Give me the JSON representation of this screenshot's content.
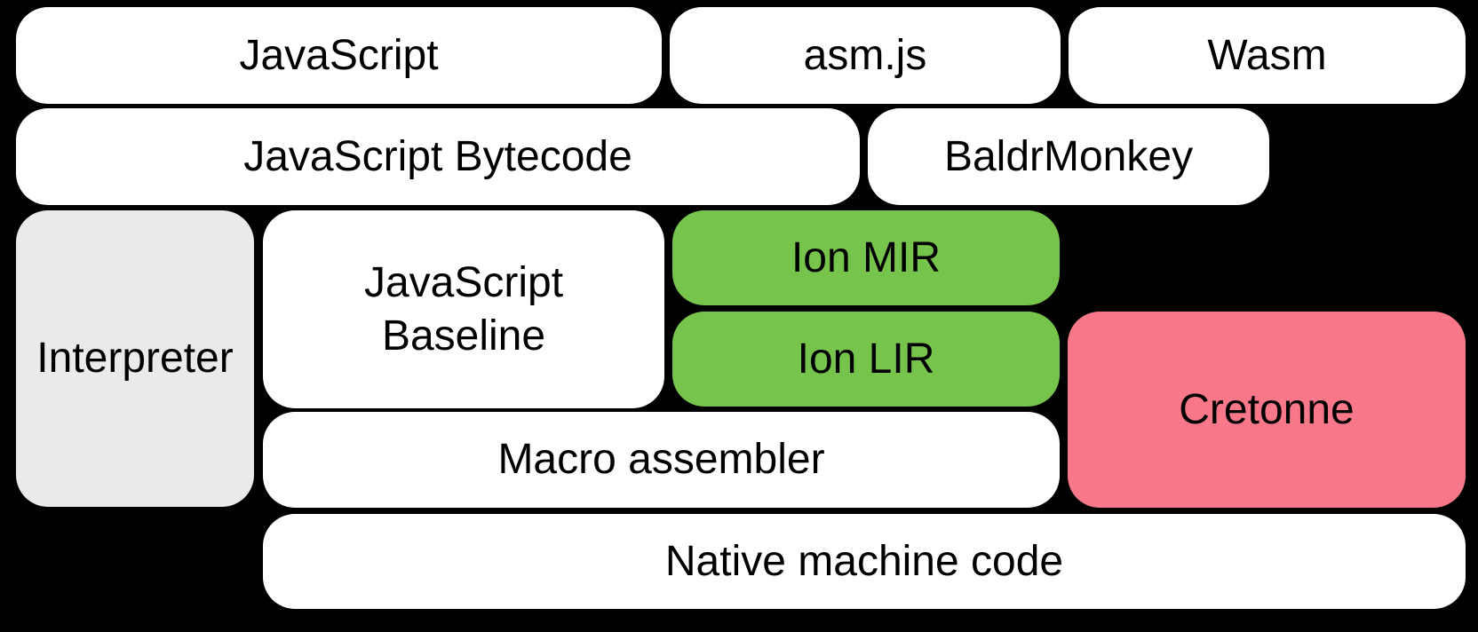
{
  "diagram": {
    "title": "SpiderMonkey compilation pipeline diagram",
    "background_color": "#000000",
    "text_color": "#000000",
    "colors": {
      "white": "#FFFFFF",
      "gray": "#EAEAEA",
      "green": "#77C44D",
      "pink": "#F87889"
    },
    "boxes": [
      {
        "id": "javascript",
        "label": "JavaScript",
        "color": "white",
        "row": 1
      },
      {
        "id": "asmjs",
        "label": "asm.js",
        "color": "white",
        "row": 1
      },
      {
        "id": "wasm",
        "label": "Wasm",
        "color": "white",
        "row": 1
      },
      {
        "id": "javascript-bytecode",
        "label": "JavaScript Bytecode",
        "color": "white",
        "row": 2
      },
      {
        "id": "baldrmonkey",
        "label": "BaldrMonkey",
        "color": "white",
        "row": 2
      },
      {
        "id": "interpreter",
        "label": "Interpreter",
        "color": "gray",
        "row": 3
      },
      {
        "id": "javascript-baseline",
        "label": "JavaScript Baseline",
        "color": "white",
        "row": 3
      },
      {
        "id": "ion-mir",
        "label": "Ion MIR",
        "color": "green",
        "row": 3
      },
      {
        "id": "ion-lir",
        "label": "Ion LIR",
        "color": "green",
        "row": 4
      },
      {
        "id": "cretonne",
        "label": "Cretonne",
        "color": "pink",
        "row": 4
      },
      {
        "id": "macro-assembler",
        "label": "Macro assembler",
        "color": "white",
        "row": 5
      },
      {
        "id": "native-machine-code",
        "label": "Native machine code",
        "color": "white",
        "row": 6
      }
    ]
  }
}
